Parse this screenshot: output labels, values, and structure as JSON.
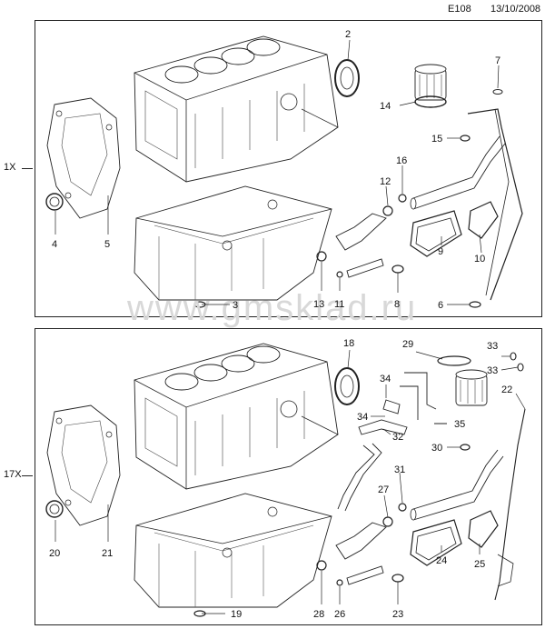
{
  "header": {
    "doc_code": "E108",
    "date": "13/10/2008"
  },
  "watermark": "www.gmsklad.ru",
  "sections": [
    {
      "variant": "1X",
      "callouts": [
        "2",
        "7",
        "14",
        "15",
        "16",
        "12",
        "9",
        "10",
        "4",
        "5",
        "3",
        "13",
        "11",
        "8",
        "6"
      ]
    },
    {
      "variant": "17X",
      "callouts": [
        "18",
        "29",
        "33",
        "33",
        "34",
        "22",
        "34",
        "35",
        "32",
        "30",
        "31",
        "27",
        "20",
        "21",
        "19",
        "28",
        "26",
        "23",
        "24",
        "25"
      ]
    }
  ],
  "colors": {
    "line": "#222222",
    "watermark": "#d8d8d8",
    "background": "#ffffff"
  }
}
